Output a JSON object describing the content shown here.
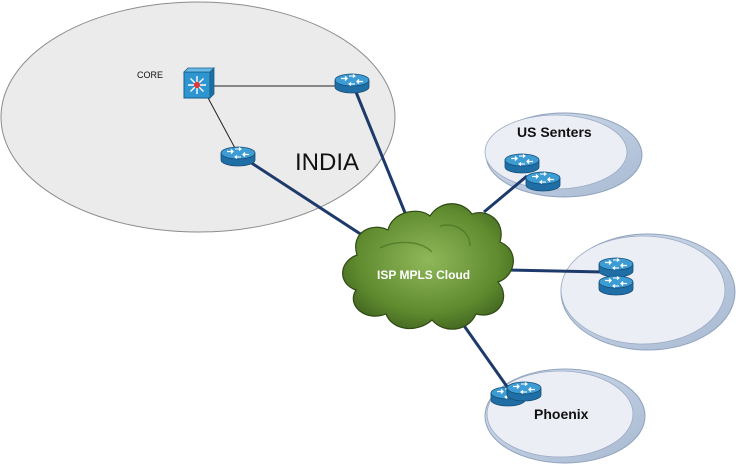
{
  "labels": {
    "core": "CORE",
    "india": "INDIA",
    "cloud": "ISP MPLS Cloud",
    "us": "US Senters",
    "phoenix": "Phoenix"
  },
  "colors": {
    "region_fill": "#ebebeb",
    "region_stroke": "#8c8c8c",
    "site_fill": "#eceef6",
    "site_ring": "#bccbe0",
    "site_ring_edge": "#8fa2bd",
    "cloud_fill": "#5f8a2e",
    "cloud_stroke": "#2f4a14",
    "wan_link": "#1d3a6b",
    "lan_link": "#222222",
    "router_top": "#3d9cd3",
    "router_side": "#1f6fa6",
    "router_arrow": "#ffffff",
    "switch_fill": "#2d95cf",
    "switch_center": "#d83c3c"
  },
  "devices": {
    "core": "multilayer-switch-icon",
    "india_router_1": "router-icon",
    "india_router_2": "router-icon",
    "us_routers": "router-icon",
    "site3_routers": "router-icon",
    "phoenix_routers": "router-icon"
  }
}
